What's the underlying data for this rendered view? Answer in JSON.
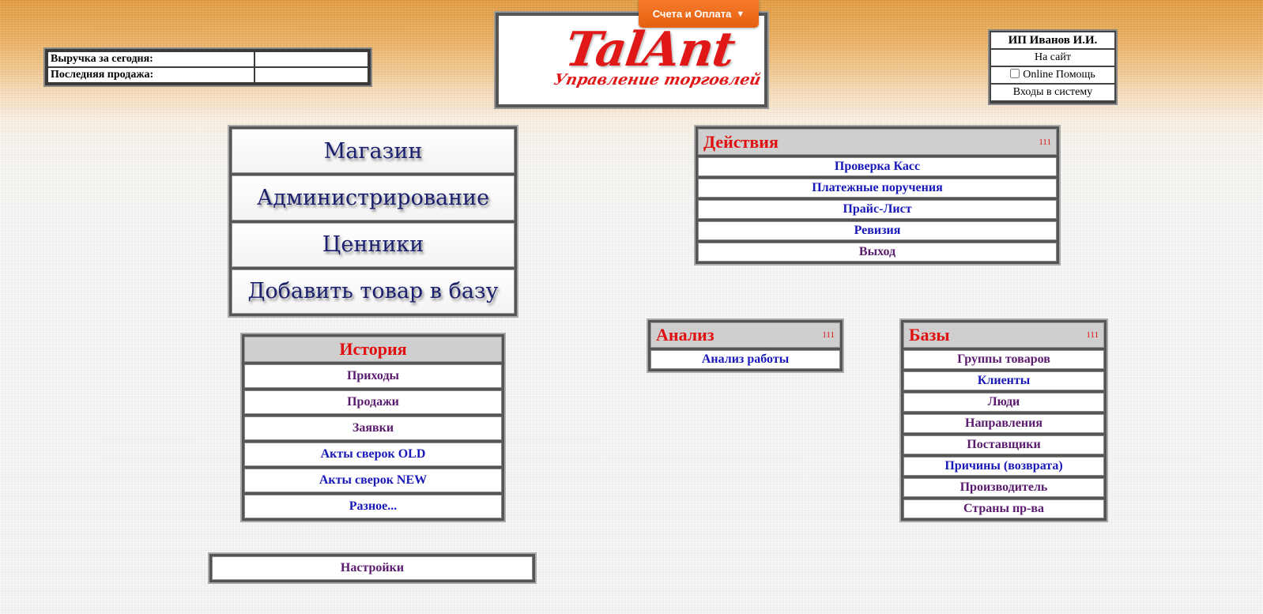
{
  "stats": {
    "revenue_today_label": "Выручка за сегодня:",
    "revenue_today_value": "",
    "last_sale_label": "Последняя продажа:",
    "last_sale_value": ""
  },
  "top_button": {
    "label": "Счета и Оплата",
    "icon": "chevron-down-icon"
  },
  "logo": {
    "brand": "TalAnt",
    "tagline": "Управление торговлей"
  },
  "user_box": {
    "name": "ИП Иванов И.И.",
    "to_site": "На сайт",
    "online_help": "Online Помощь",
    "online_help_checked": false,
    "logins": "Входы в систему"
  },
  "main_menu": {
    "items": [
      "Магазин",
      "Администрирование",
      "Ценники",
      "Добавить товар в базу"
    ]
  },
  "actions": {
    "title": "Действия",
    "counter": "111",
    "items": [
      "Проверка Касс",
      "Платежные поручения",
      "Прайс-Лист",
      "Ревизия",
      "Выход"
    ]
  },
  "history": {
    "title": "История",
    "items": [
      "Приходы",
      "Продажи",
      "Заявки",
      "Акты сверок OLD",
      "Акты сверок NEW",
      "Разное..."
    ]
  },
  "analysis": {
    "title": "Анализ",
    "counter": "111",
    "items": [
      "Анализ работы"
    ]
  },
  "bases": {
    "title": "Базы",
    "counter": "111",
    "items": [
      "Группы товаров",
      "Клиенты",
      "Люди",
      "Направления",
      "Поставщики",
      "Причины (возврата)",
      "Производитель",
      "Страны пр-ва"
    ]
  },
  "settings": {
    "label": "Настройки"
  },
  "colors": {
    "title_red": "#e01010",
    "link_blue": "#1818b8",
    "link_purple": "#5a1a6e",
    "menu_text": "#1a1f6e",
    "orange_button": "#e65f10"
  }
}
